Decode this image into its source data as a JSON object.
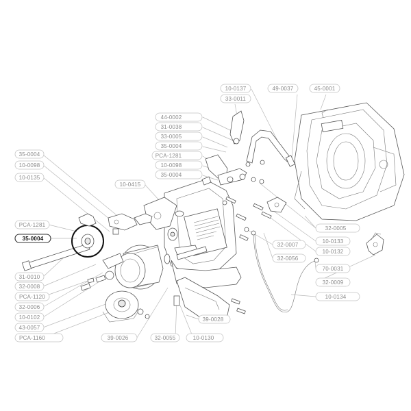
{
  "diagram": {
    "highlighted_part": "35-0004",
    "callouts": {
      "c_10_0137": "10-0137",
      "c_49_0037": "49-0037",
      "c_45_0001": "45-0001",
      "c_33_0011": "33-0011",
      "c_44_0002": "44-0002",
      "c_31_0038": "31-0038",
      "c_33_0005": "33-0005",
      "c_35_0004_a": "35-0004",
      "c_pca_1281_a": "PCA-1281",
      "c_10_0098_a": "10-0098",
      "c_35_0004_b": "35-0004",
      "c_35_0004_c": "35-0004",
      "c_10_0098_b": "10-0098",
      "c_10_0135": "10-0135",
      "c_10_0415": "10-0415",
      "c_pca_1281_b": "PCA-1281",
      "c_35_0004_hl": "35-0004",
      "c_31_0010": "31-0010",
      "c_32_0008": "32-0008",
      "c_pca_1120": "PCA-1120",
      "c_32_0006": "32-0006",
      "c_10_0102": "10-0102",
      "c_43_0057": "43-0057",
      "c_pca_1160": "PCA-1160",
      "c_32_0005": "32-0005",
      "c_10_0133": "10-0133",
      "c_32_0007": "32-0007",
      "c_10_0132": "10-0132",
      "c_32_0056": "32-0056",
      "c_70_0031": "70-0031",
      "c_32_0009": "32-0009",
      "c_10_0134": "10-0134",
      "c_39_0028": "39-0028",
      "c_39_0026": "39-0026",
      "c_32_0055": "32-0055",
      "c_10_0130": "10-0130"
    }
  }
}
